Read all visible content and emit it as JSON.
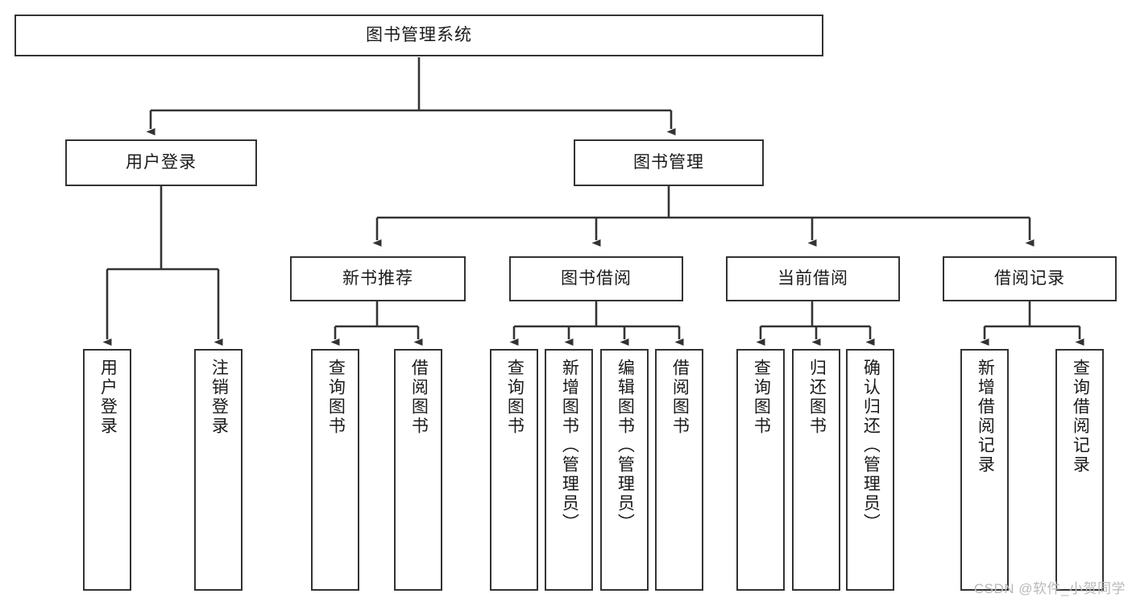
{
  "diagram": {
    "title": "图书管理系统",
    "type": "tree-hierarchy-diagram",
    "theme": {
      "background": "#ffffff",
      "border": "#333333",
      "text": "#1a1a1a",
      "watermark": "#b9b9b9"
    },
    "watermark": "CSDN @软件_小贺同学",
    "nodes": {
      "root": {
        "label": "图书管理系统"
      },
      "level1": [
        {
          "label": "用户登录"
        },
        {
          "label": "图书管理"
        }
      ],
      "level2": [
        {
          "label": "新书推荐"
        },
        {
          "label": "图书借阅"
        },
        {
          "label": "当前借阅"
        },
        {
          "label": "借阅记录"
        }
      ],
      "leaves_user_login": [
        {
          "label": "用户登录"
        },
        {
          "label": "注销登录"
        }
      ],
      "leaves_new_book": [
        {
          "label": "查询图书"
        },
        {
          "label": "借阅图书"
        }
      ],
      "leaves_borrow": [
        {
          "label": "查询图书"
        },
        {
          "label": "新增图书（管理员）"
        },
        {
          "label": "编辑图书（管理员）"
        },
        {
          "label": "借阅图书"
        }
      ],
      "leaves_current": [
        {
          "label": "查询图书"
        },
        {
          "label": "归还图书"
        },
        {
          "label": "确认归还（管理员）"
        }
      ],
      "leaves_records": [
        {
          "label": "新增借阅记录"
        },
        {
          "label": "查询借阅记录"
        }
      ]
    }
  }
}
